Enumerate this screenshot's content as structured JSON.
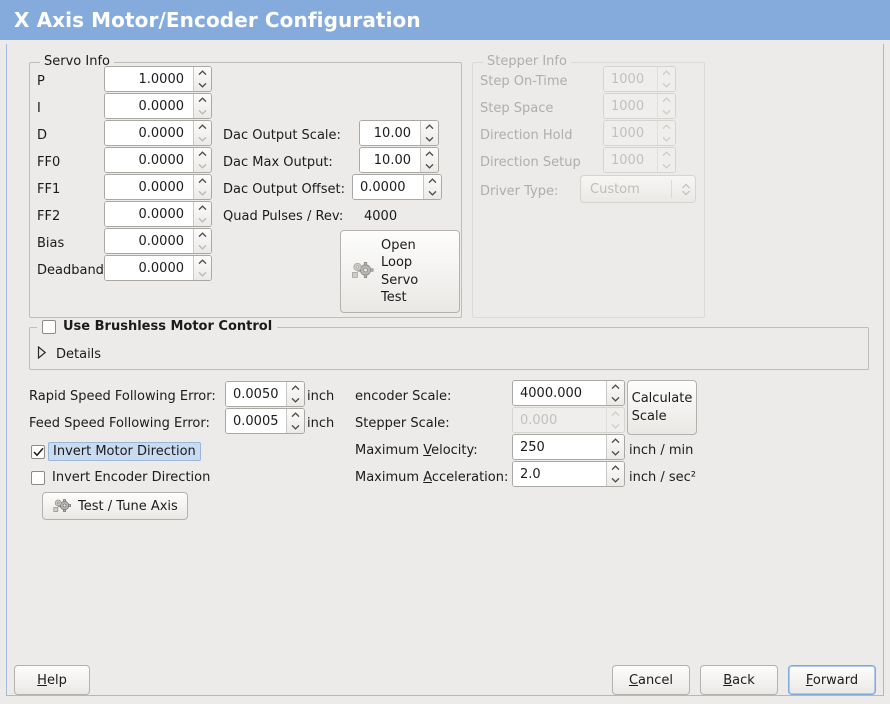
{
  "window": {
    "title": "X Axis Motor/Encoder Configuration"
  },
  "servo_info": {
    "legend": "Servo Info",
    "fields": [
      {
        "label": "P",
        "value": "1.0000"
      },
      {
        "label": "I",
        "value": "0.0000"
      },
      {
        "label": "D",
        "value": "0.0000"
      },
      {
        "label": "FF0",
        "value": "0.0000"
      },
      {
        "label": "FF1",
        "value": "0.0000"
      },
      {
        "label": "FF2",
        "value": "0.0000"
      },
      {
        "label": "Bias",
        "value": "0.0000"
      },
      {
        "label": "Deadband",
        "value": "0.0000"
      }
    ],
    "dac": [
      {
        "label": "Dac Output Scale:",
        "value": "10.00"
      },
      {
        "label": "Dac Max Output:",
        "value": "10.00"
      },
      {
        "label": "Dac Output Offset:",
        "value": "0.0000"
      }
    ],
    "quad_pulses_label": "Quad Pulses / Rev:",
    "quad_pulses_value": "4000",
    "open_loop_button": "Open\nLoop\nServo\nTest",
    "open_loop_lines": [
      "Open",
      "Loop",
      "Servo",
      "Test"
    ]
  },
  "stepper_info": {
    "legend": "Stepper Info",
    "disabled": true,
    "fields": [
      {
        "label": "Step On-Time",
        "value": "1000"
      },
      {
        "label": "Step Space",
        "value": "1000"
      },
      {
        "label": "Direction Hold",
        "value": "1000"
      },
      {
        "label": "Direction Setup",
        "value": "1000"
      }
    ],
    "driver_type_label": "Driver Type:",
    "driver_type_value": "Custom"
  },
  "brushless": {
    "checkbox_label": "Use Brushless Motor Control",
    "checked": false,
    "details_label": "Details",
    "details_expanded": false
  },
  "errors": {
    "rapid_label": "Rapid Speed Following Error:",
    "rapid_value": "0.0050",
    "rapid_unit": "inch",
    "feed_label": "Feed Speed Following Error:",
    "feed_value": "0.0005",
    "feed_unit": "inch"
  },
  "direction": {
    "invert_motor_label": "Invert Motor Direction",
    "invert_motor_checked": true,
    "invert_encoder_label": "Invert Encoder Direction",
    "invert_encoder_checked": false,
    "test_tune_button": "Test / Tune Axis"
  },
  "scales": {
    "encoder_label": "encoder Scale:",
    "encoder_value": "4000.000",
    "stepper_label": "Stepper Scale:",
    "stepper_value": "0.000",
    "stepper_disabled": true,
    "calculate_button_lines": [
      "Calculate",
      "Scale"
    ],
    "max_velocity_label_pre": "Maximum ",
    "max_velocity_label_mnem": "V",
    "max_velocity_label_post": "elocity:",
    "max_velocity_value": "250",
    "max_velocity_unit": "inch / min",
    "max_accel_label_pre": "Maximum ",
    "max_accel_label_mnem": "A",
    "max_accel_label_post": "cceleration:",
    "max_accel_value": "2.0",
    "max_accel_unit": "inch / sec²"
  },
  "actions": {
    "help_pre": "",
    "help_mnem": "H",
    "help_post": "elp",
    "cancel_mnem": "C",
    "cancel_post": "ancel",
    "back_mnem": "B",
    "back_post": "ack",
    "forward_mnem": "F",
    "forward_post": "orward"
  },
  "colors": {
    "titlebar": "#84ABDC",
    "background": "#ECEBE9",
    "focus_border": "#7FA9D8",
    "highlight": "#C9DBF0"
  }
}
